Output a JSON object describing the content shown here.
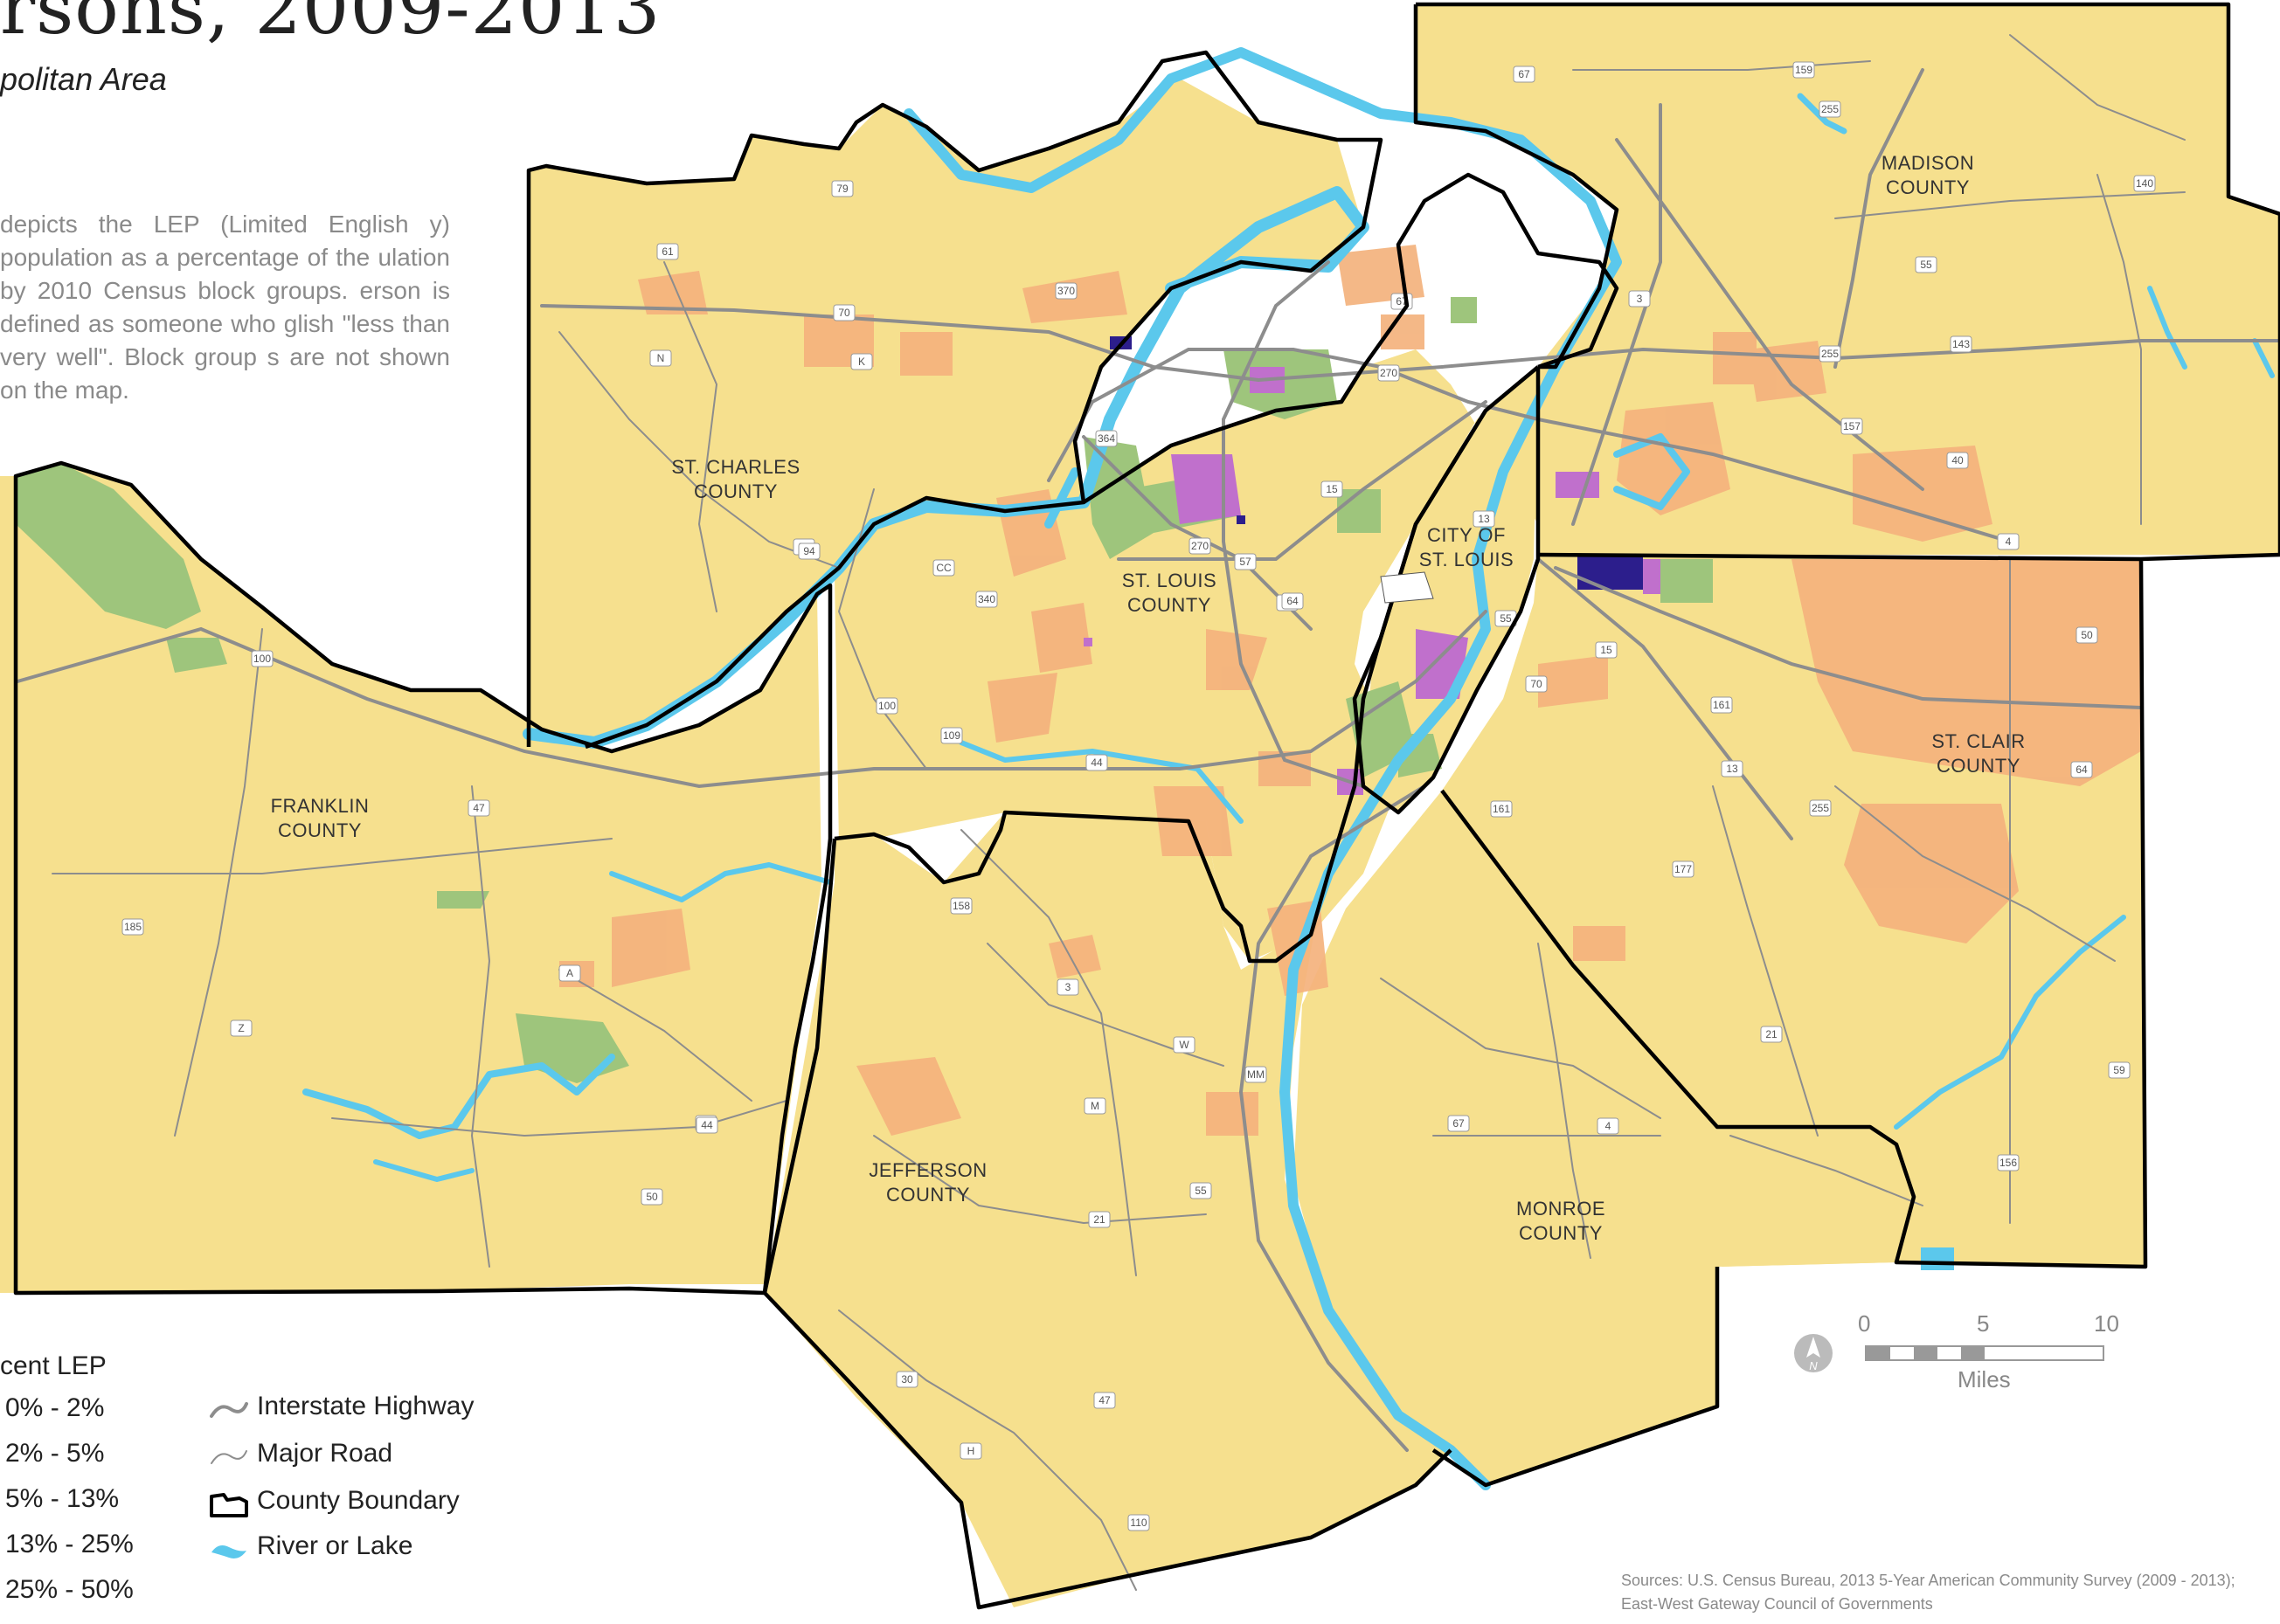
{
  "title": "rsons, 2009-2013",
  "subtitle": "politan Area",
  "description": "depicts the LEP (Limited English y) population as a percentage of the ulation by 2010 Census block groups. erson is defined as someone who glish \"less than very well\". Block group s are not shown on the map.",
  "counties": [
    {
      "name": "ST. CHARLES",
      "name2": "COUNTY"
    },
    {
      "name": "FRANKLIN",
      "name2": "COUNTY"
    },
    {
      "name": "ST. LOUIS",
      "name2": "COUNTY"
    },
    {
      "name": "CITY OF",
      "name2": "ST. LOUIS"
    },
    {
      "name": "MADISON",
      "name2": "COUNTY"
    },
    {
      "name": "ST. CLAIR",
      "name2": "COUNTY"
    },
    {
      "name": "JEFFERSON",
      "name2": "COUNTY"
    },
    {
      "name": "MONROE",
      "name2": "COUNTY"
    }
  ],
  "route_shields": [
    "67",
    "159",
    "255",
    "140",
    "61",
    "79",
    "94",
    "370",
    "70",
    "K",
    "N",
    "364",
    "67",
    "270",
    "3",
    "55",
    "143",
    "255",
    "157",
    "40",
    "4",
    "CC",
    "94",
    "270",
    "57",
    "340",
    "100",
    "109",
    "44",
    "100",
    "47",
    "30",
    "64",
    "15",
    "161",
    "13",
    "50",
    "64",
    "161",
    "255",
    "177",
    "158",
    "3",
    "W",
    "MM",
    "M",
    "55",
    "21",
    "Z",
    "A",
    "185",
    "44",
    "50",
    "30",
    "47",
    "H",
    "110",
    "21",
    "67",
    "59",
    "156",
    "4",
    "13",
    "55",
    "70",
    "15",
    "64"
  ],
  "legend": {
    "title": "cent LEP",
    "classes": [
      {
        "label": "0% - 2%",
        "color": "#f6e08e"
      },
      {
        "label": "2% - 5%",
        "color": "#f4b27d"
      },
      {
        "label": "5% - 13%",
        "color": "#9ec57c"
      },
      {
        "label": "13% - 25%",
        "color": "#c070cc"
      },
      {
        "label": "25% - 50%",
        "color": "#2c1e8c"
      }
    ],
    "symbols": [
      {
        "label": "Interstate Highway",
        "icon": "interstate-line-icon"
      },
      {
        "label": "Major Road",
        "icon": "major-road-line-icon"
      },
      {
        "label": "County Boundary",
        "icon": "county-boundary-icon"
      },
      {
        "label": "River or Lake",
        "icon": "river-lake-icon"
      }
    ]
  },
  "scale": {
    "ticks": [
      "0",
      "5",
      "10"
    ],
    "unit": "Miles"
  },
  "sources": "Sources: U.S. Census Bureau, 2013 5-Year American Community Survey (2009 - 2013); East-West Gateway Council of Governments"
}
